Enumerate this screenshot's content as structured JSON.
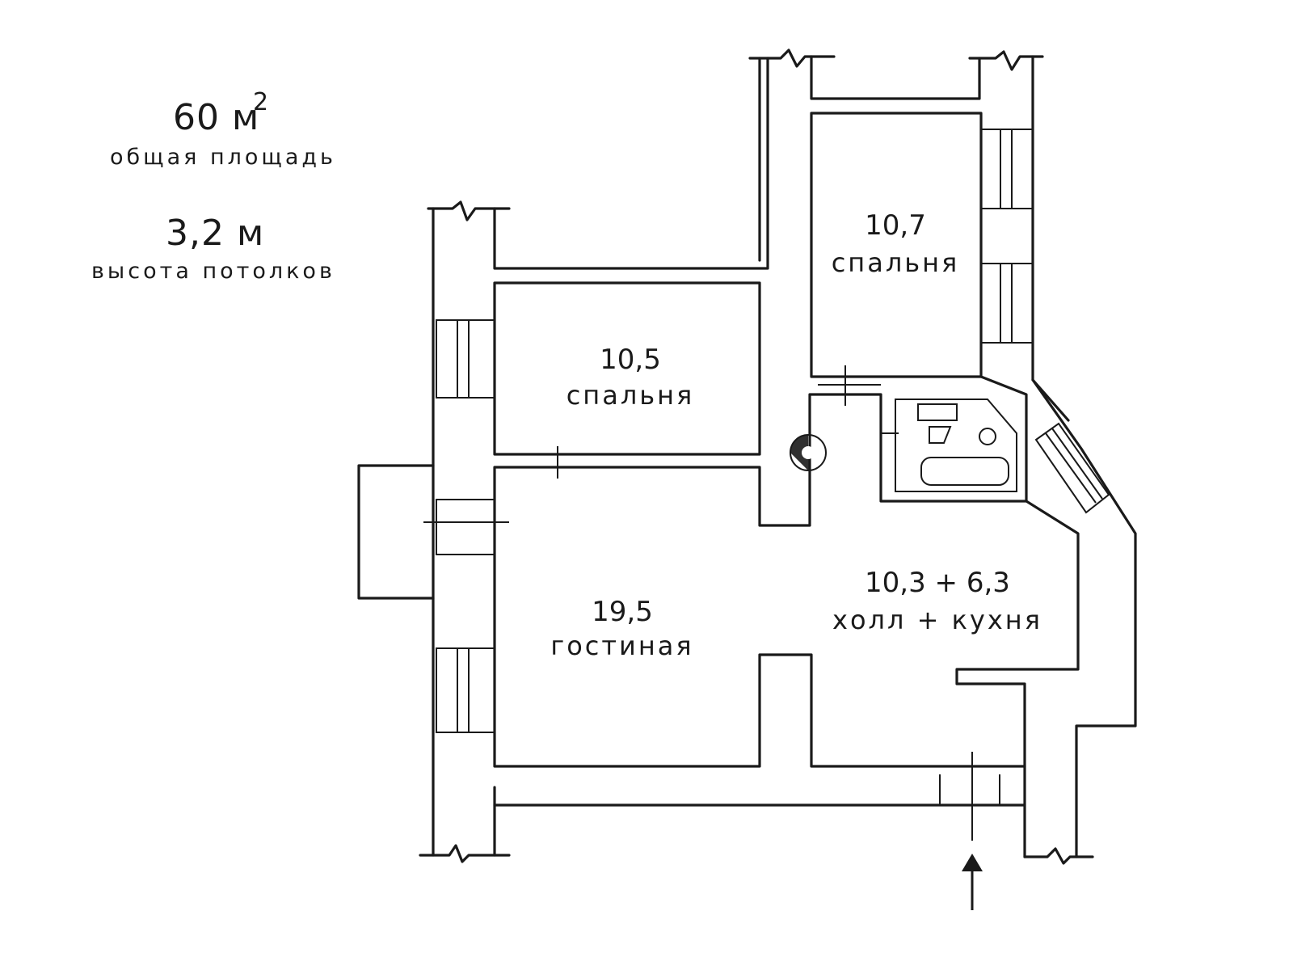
{
  "summary": {
    "area_value": "60 м",
    "area_sup": "2",
    "area_caption": "общая площадь",
    "ceiling_value": "3,2 м",
    "ceiling_caption": "высота потолков"
  },
  "rooms": {
    "bedroom_small": {
      "area": "10,5",
      "name": "спальня"
    },
    "bedroom_large": {
      "area": "10,7",
      "name": "спальня"
    },
    "living_room": {
      "area": "19,5",
      "name": "гостиная"
    },
    "hall_kitchen": {
      "area": "10,3 + 6,3",
      "name": "холл + кухня"
    }
  },
  "colors": {
    "line": "#1a1a1a",
    "background": "#ffffff"
  }
}
